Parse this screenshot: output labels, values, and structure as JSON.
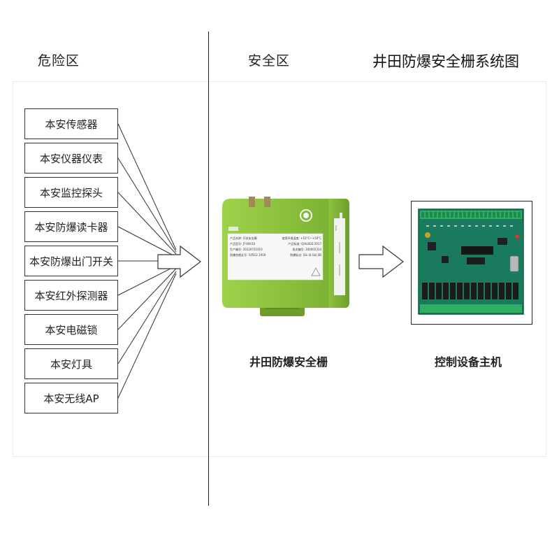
{
  "zones": {
    "hazardous": "危险区",
    "safe": "安全区"
  },
  "title": "井田防爆安全栅系统图",
  "field_devices": [
    "本安传感器",
    "本安仪器仪表",
    "本安监控探头",
    "本安防爆读卡器",
    "本安防爆出门开关",
    "本安红外探测器",
    "本安电磁锁",
    "本安灯具",
    "本安无线AP"
  ],
  "barrier": {
    "caption": "井田防爆安全栅",
    "housing_color": "#8dc63f",
    "label_lines": [
      "产品名称: 开关安全栅",
      "产品型号: JT-60010",
      "生产编号: 20220721010",
      "防爆合格证号: GYB12.1919",
      "使用环境温度: +10°C~+50°C",
      "产品标准: Q/HL002-2017",
      "批次编号: 200002314",
      "防爆标志: [Ex ib Gb] IIB"
    ]
  },
  "controller": {
    "caption": "控制设备主机",
    "board_color": "#1a7a5e"
  }
}
